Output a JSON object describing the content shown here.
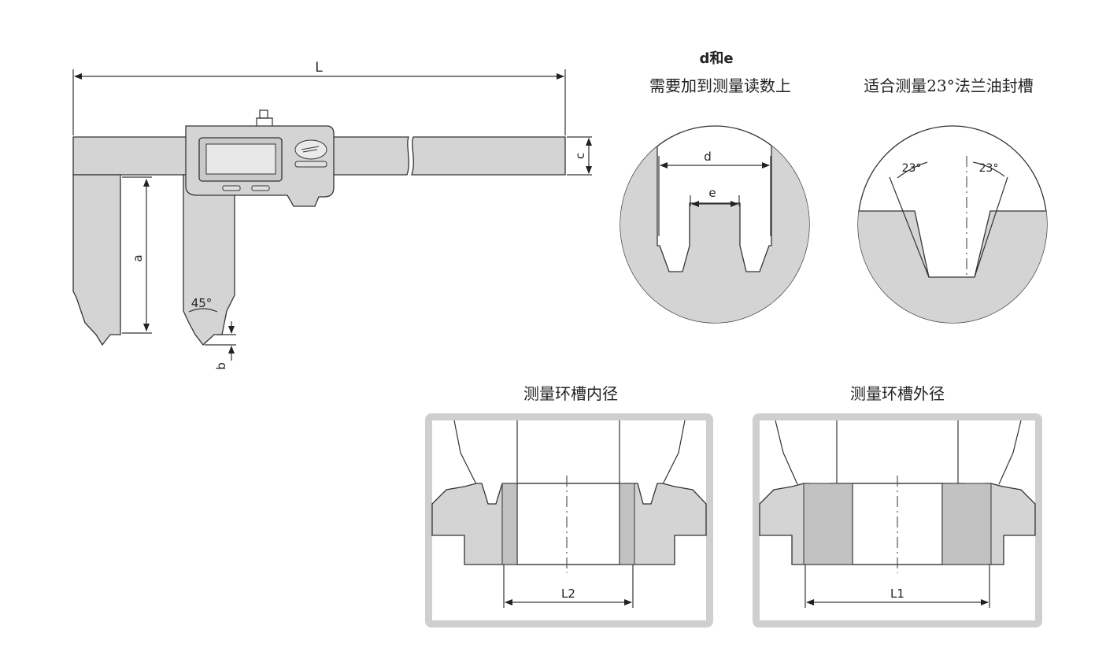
{
  "caliper": {
    "dim_L": "L",
    "dim_c": "c",
    "dim_a": "a",
    "dim_b": "b",
    "angle_jaw": "45°"
  },
  "circle_de": {
    "title_line1": "d和e",
    "title_line2": "需要加到测量读数上",
    "dim_d": "d",
    "dim_e": "e"
  },
  "circle_23": {
    "title": "适合测量23°法兰油封槽",
    "angle_left": "23°",
    "angle_right": "23°"
  },
  "panel_inner": {
    "title": "测量环槽内径",
    "dim": "L2"
  },
  "panel_outer": {
    "title": "测量环槽外径",
    "dim": "L1"
  },
  "colors": {
    "part_fill": "#d4d4d4",
    "panel_border": "#cfcfcf",
    "line": "#333333"
  }
}
